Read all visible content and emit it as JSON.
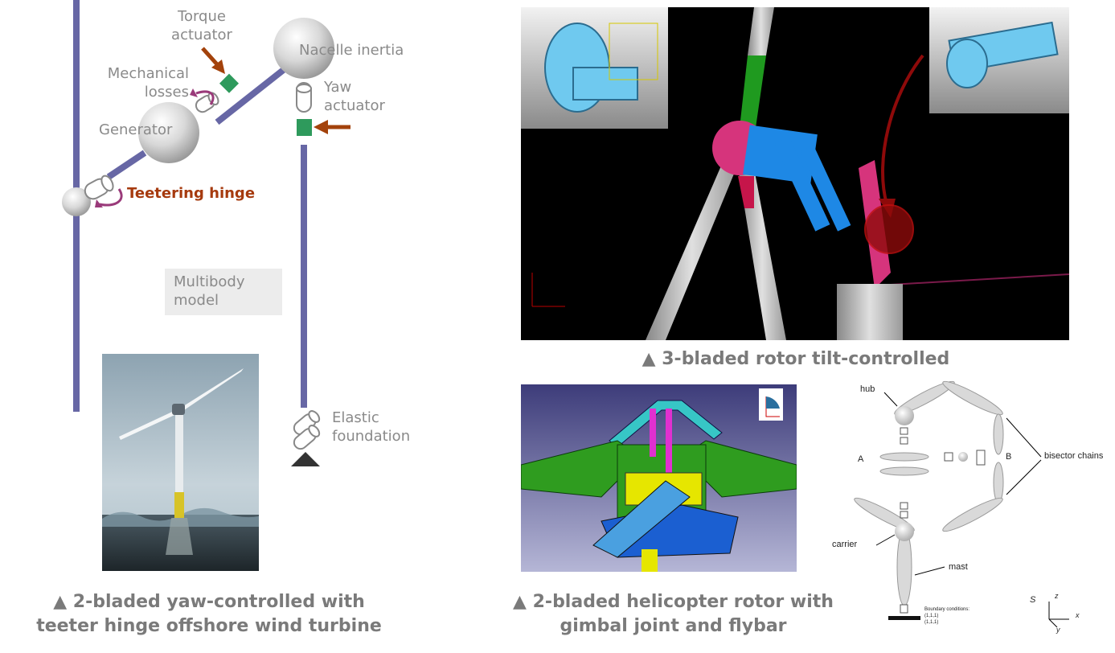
{
  "left_diagram": {
    "labels": {
      "torque_actuator": [
        "Torque",
        "actuator"
      ],
      "mechanical_losses": [
        "Mechanical",
        "losses"
      ],
      "generator": "Generator",
      "nacelle_inertia": "Nacelle inertia",
      "yaw_actuator": [
        "Yaw",
        "actuator"
      ],
      "teetering_hinge": "Teetering hinge",
      "multibody_model": [
        "Multibody",
        "model"
      ],
      "elastic_foundation": [
        "Elastic",
        "foundation"
      ]
    },
    "colors": {
      "beam": "#6767a5",
      "arrow": "#a3420b",
      "actuator": "#2e9a5c",
      "teeter_label": "#a63a0e",
      "curl": "#9a3a7a"
    }
  },
  "captions": {
    "left": [
      "▲ 2-bladed yaw-controlled with",
      "teeter hinge offshore wind turbine"
    ],
    "top_right": "▲ 3-bladed rotor tilt-controlled",
    "bottom_middle": [
      "▲ 2-bladed helicopter rotor with",
      "gimbal joint and flybar"
    ]
  },
  "gimbal_diagram": {
    "hub": "hub",
    "A": "A",
    "B": "B",
    "bisector_chains": "bisector chains",
    "carrier": "carrier",
    "mast": "mast",
    "boundary": [
      "Boundary conditions:",
      "(1,1,1)",
      "(1,1,1)"
    ],
    "axes": {
      "S": "S",
      "z": "z",
      "x": "x",
      "y": "y"
    }
  }
}
